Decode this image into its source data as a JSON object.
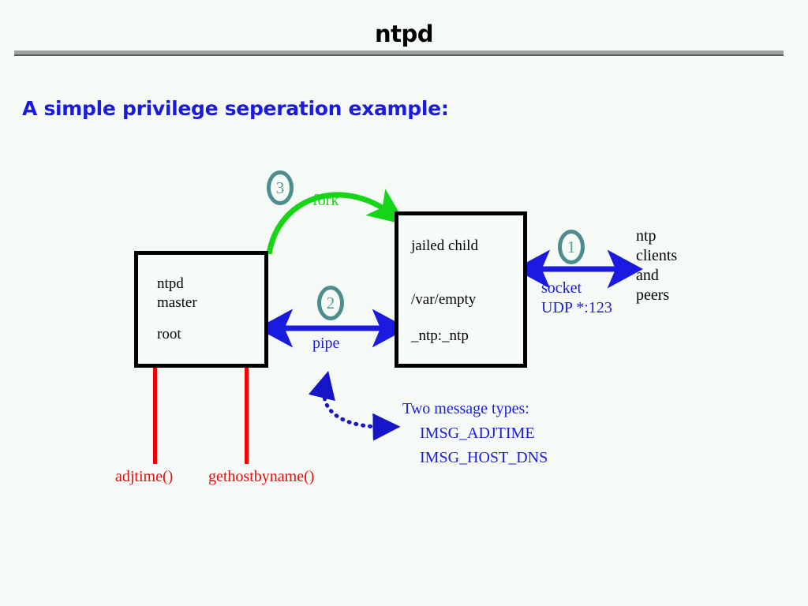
{
  "slide": {
    "title": "ntpd",
    "subtitle": "A simple privilege seperation example:"
  },
  "colors": {
    "background": "#f6faf7",
    "title_text": "#000000",
    "rule": "#9aa39d",
    "rule_shadow": "#555b57",
    "subtitle_text": "#1a1ae0",
    "box_border": "#000000",
    "box_fill": "#f8fcf9",
    "pipe_arrow": "#1a1ae0",
    "socket_arrow": "#1a1ae0",
    "fork_arrow": "#16d416",
    "fork_label": "#16d416",
    "step_circle": "#4e8d8d",
    "step_number": "#5e9a9a",
    "syscall": "#e01010",
    "stem": "#f00000",
    "message_text": "#1a1ae0"
  },
  "boxes": {
    "master": {
      "name": "ntpd master process",
      "lines": [
        "ntpd",
        "master",
        "root"
      ]
    },
    "child": {
      "name": "jailed child process",
      "lines": [
        "jailed child",
        "/var/empty",
        "_ntp:_ntp"
      ]
    }
  },
  "steps": [
    {
      "number": "1",
      "relates_to": "socket"
    },
    {
      "number": "2",
      "relates_to": "pipe"
    },
    {
      "number": "3",
      "relates_to": "fork"
    }
  ],
  "connectors": {
    "fork": {
      "label": "fork",
      "style": "curved-solid-arrow",
      "direction": "master-to-child"
    },
    "pipe": {
      "label": "pipe",
      "style": "straight-double-arrow",
      "direction": "bidirectional"
    },
    "socket": {
      "label_line1": "socket",
      "label_line2": "UDP *:123",
      "style": "straight-double-arrow",
      "direction": "bidirectional"
    },
    "messages": {
      "style": "curved-dotted-double-arrow"
    }
  },
  "external": {
    "peers_lines": [
      "ntp",
      "clients",
      "and",
      "peers"
    ]
  },
  "messages": {
    "heading": "Two message types:",
    "items": [
      "IMSG_ADJTIME",
      "IMSG_HOST_DNS"
    ]
  },
  "syscalls": [
    {
      "label": "adjtime()"
    },
    {
      "label": "gethostbyname()"
    }
  ]
}
